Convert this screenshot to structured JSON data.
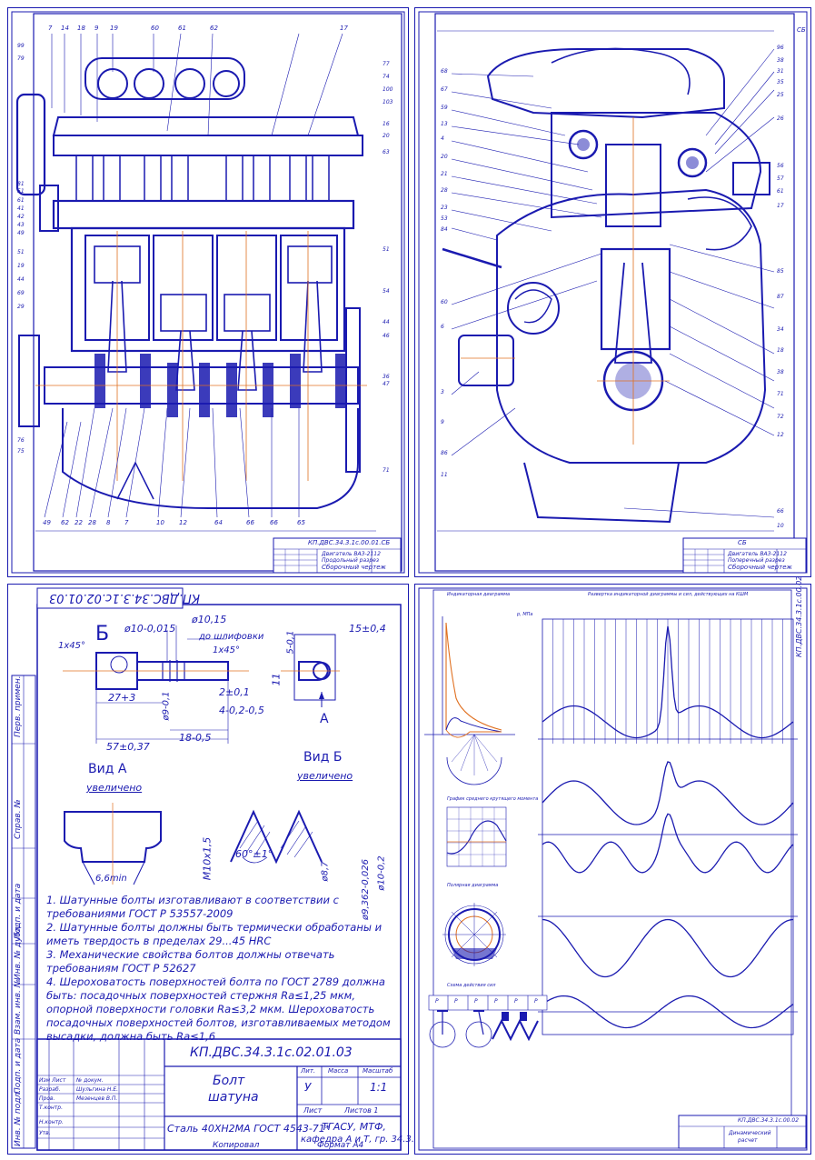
{
  "sheet1": {
    "drawing_code": "КП.ДВС.34.3.1с.00.01.СБ",
    "title_line1": "Двигатель ВАЗ-2112",
    "title_line2": "Продольный разрез",
    "title_line3": "Сборочный чертеж",
    "callouts_top": [
      "7",
      "14",
      "18",
      "9",
      "19",
      "60",
      "61",
      "62",
      "17"
    ],
    "callouts_left": [
      "99",
      "79",
      "81",
      "51",
      "61",
      "41",
      "42",
      "43",
      "49",
      "51",
      "19",
      "44",
      "69",
      "29",
      "76",
      "75"
    ],
    "callouts_right": [
      "77",
      "74",
      "100",
      "103",
      "16",
      "20",
      "63",
      "51",
      "54",
      "44",
      "46",
      "36",
      "47",
      "71"
    ],
    "callouts_bottom": [
      "49",
      "62",
      "22",
      "28",
      "8",
      "7",
      "10",
      "12",
      "64",
      "66",
      "66",
      "65"
    ]
  },
  "sheet2": {
    "corner_code": "СБ",
    "drawing_code": "СБ",
    "title_line1": "Двигатель ВАЗ-2112",
    "title_line2": "Поперечный разрез",
    "title_line3": "Сборочный чертеж",
    "callouts_left": [
      "68",
      "67",
      "59",
      "13",
      "4",
      "20",
      "21",
      "28",
      "23",
      "53",
      "84",
      "60",
      "6",
      "3",
      "9",
      "86",
      "11"
    ],
    "callouts_right": [
      "96",
      "38",
      "31",
      "35",
      "25",
      "26",
      "56",
      "57",
      "61",
      "17",
      "85",
      "87",
      "34",
      "18",
      "38",
      "71",
      "72",
      "12",
      "66",
      "10"
    ]
  },
  "sheet3": {
    "code_rotated": "КП.ДВС.34.3.1с.02.01.03",
    "section_letter": "Б",
    "dims": {
      "chamfer1": "1х45°",
      "d1": "ø10-0,015",
      "d2": "ø10,15",
      "grind": "до шлифовки",
      "chamfer2": "1х45°",
      "width": "15±0,4",
      "head": "5-0,1",
      "h11": "11",
      "len27": "27+3",
      "d9": "ø9-0,1",
      "d21": "2±0,1",
      "d4": "4-0,2-0,5",
      "total": "57±0,37",
      "d18": "18-0,5",
      "arrowA": "А"
    },
    "view_a": "Вид А",
    "view_a_sub": "увеличено",
    "view_b": "Вид Б",
    "view_b_sub": "увеличено",
    "view_a_dim": "6,6min",
    "thread": "М10х1,5",
    "angle": "60°±1°",
    "td1": "ø8,7",
    "td2": "ø9,362-0,026",
    "td3": "ø10-0,2",
    "notes": [
      "1. Шатунные болты изготавливают в соответствии с требованиями ГОСТ Р 53557-2009",
      "2. Шатунные болты должны быть термически обработаны и иметь твердость в пределах 29...45 HRC",
      "3. Механические свойства болтов должны отвечать требованиям ГОСТ Р 52627",
      "4. Шероховатость поверхностей болта по ГОСТ 2789 должна быть: посадочных поверхностей стержня Ra≤1,25 мкм, опорной поверхности головки Ra≤3,2 мкм. Шероховатость посадочных поверхностей болтов, изготавливаемых методом высадки, должна быть Ra≤1,6"
    ],
    "stamp": {
      "code": "КП.ДВС.34.3.1с.02.01.03",
      "name_line1": "Болт",
      "name_line2": "шатуна",
      "material": "Сталь 40ХН2МА ГОСТ 4543-71*",
      "lit": "У",
      "mass_label": "Масса",
      "scale_label": "Масштаб",
      "lit_label": "Лит.",
      "scale": "1:1",
      "sheet_label": "Лист",
      "sheets_label": "Листов 1",
      "org1": "ТГАСУ, МТФ,",
      "org2": "кафедра А и Т, гр. 34.3.1с",
      "rows": [
        "Изм Лист",
        "Разраб.",
        "Пров.",
        "Т.контр.",
        "Н.контр.",
        "Утв."
      ],
      "names": [
        "№ докум.",
        "Шульгина Н.Е.",
        "Мезенцев В.П.",
        "",
        "",
        ""
      ],
      "copy": "Копировал",
      "format": "Формат А4"
    },
    "side_labels": [
      "Перв. примен.",
      "Справ. №",
      "Подп. и дата",
      "Инв. № дубл.",
      "Взам. инв. №",
      "Подп. и дата",
      "Инв. № подл."
    ]
  },
  "sheet4": {
    "code_rotated": "КП.ДВС.34.3.1с.00.02",
    "chart1_title": "Индикаторная диаграмма",
    "chart2_title": "Развертка индикаторной диаграммы и сил, действующих на КШМ",
    "chart3_title": "График среднего крутящего момента",
    "chart4_title": "Полярная диаграмма",
    "chart5_title": "Схема действия сил",
    "stamp_code": "КП.ДВС.34.3.1с.00.02",
    "stamp_title1": "Динамический",
    "stamp_title2": "расчет",
    "pa_label": "р, МПа",
    "bottom_cells": [
      "Р",
      "Р",
      "Р",
      "Р",
      "Р",
      "Р"
    ]
  },
  "colors": {
    "ink": "#1a1ab0",
    "accent": "#e07020",
    "hatch": "#1a1ab0"
  }
}
